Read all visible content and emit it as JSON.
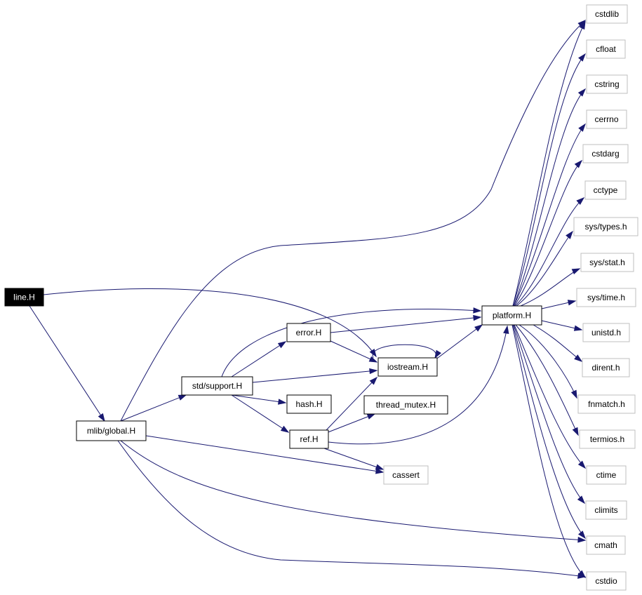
{
  "colors": {
    "edge": "#191970",
    "node_border_black": "#000000",
    "node_border_grey": "#bfbfbf",
    "root_fill": "#000000",
    "root_text": "#ffffff",
    "node_fill": "#ffffff",
    "node_text": "#000000"
  },
  "nodes": {
    "line_h": "line.H",
    "mlib_global_h": "mlib/global.H",
    "std_support_h": "std/support.H",
    "error_h": "error.H",
    "hash_h": "hash.H",
    "ref_h": "ref.H",
    "iostream_h": "iostream.H",
    "thread_mutex_h": "thread_mutex.H",
    "cassert": "cassert",
    "platform_h": "platform.H",
    "cstdlib": "cstdlib",
    "cfloat": "cfloat",
    "cstring": "cstring",
    "cerrno": "cerrno",
    "cstdarg": "cstdarg",
    "cctype": "cctype",
    "sys_types_h": "sys/types.h",
    "sys_stat_h": "sys/stat.h",
    "sys_time_h": "sys/time.h",
    "unistd_h": "unistd.h",
    "dirent_h": "dirent.h",
    "fnmatch_h": "fnmatch.h",
    "termios_h": "termios.h",
    "ctime": "ctime",
    "climits": "climits",
    "cmath": "cmath",
    "cstdio": "cstdio"
  },
  "edges": [
    [
      "line_h",
      "mlib_global_h"
    ],
    [
      "line_h",
      "iostream_h"
    ],
    [
      "mlib_global_h",
      "std_support_h"
    ],
    [
      "mlib_global_h",
      "cstdlib"
    ],
    [
      "mlib_global_h",
      "cassert"
    ],
    [
      "mlib_global_h",
      "cmath"
    ],
    [
      "mlib_global_h",
      "cstdio"
    ],
    [
      "std_support_h",
      "error_h"
    ],
    [
      "std_support_h",
      "platform_h"
    ],
    [
      "std_support_h",
      "iostream_h"
    ],
    [
      "std_support_h",
      "hash_h"
    ],
    [
      "std_support_h",
      "ref_h"
    ],
    [
      "error_h",
      "platform_h"
    ],
    [
      "error_h",
      "iostream_h"
    ],
    [
      "iostream_h",
      "iostream_h"
    ],
    [
      "iostream_h",
      "platform_h"
    ],
    [
      "ref_h",
      "iostream_h"
    ],
    [
      "ref_h",
      "thread_mutex_h"
    ],
    [
      "ref_h",
      "platform_h"
    ],
    [
      "ref_h",
      "cassert"
    ],
    [
      "platform_h",
      "cstdlib"
    ],
    [
      "platform_h",
      "cfloat"
    ],
    [
      "platform_h",
      "cstring"
    ],
    [
      "platform_h",
      "cerrno"
    ],
    [
      "platform_h",
      "cstdarg"
    ],
    [
      "platform_h",
      "cctype"
    ],
    [
      "platform_h",
      "sys_types_h"
    ],
    [
      "platform_h",
      "sys_stat_h"
    ],
    [
      "platform_h",
      "sys_time_h"
    ],
    [
      "platform_h",
      "unistd_h"
    ],
    [
      "platform_h",
      "dirent_h"
    ],
    [
      "platform_h",
      "fnmatch_h"
    ],
    [
      "platform_h",
      "termios_h"
    ],
    [
      "platform_h",
      "ctime"
    ],
    [
      "platform_h",
      "climits"
    ],
    [
      "platform_h",
      "cmath"
    ],
    [
      "platform_h",
      "cstdio"
    ]
  ]
}
